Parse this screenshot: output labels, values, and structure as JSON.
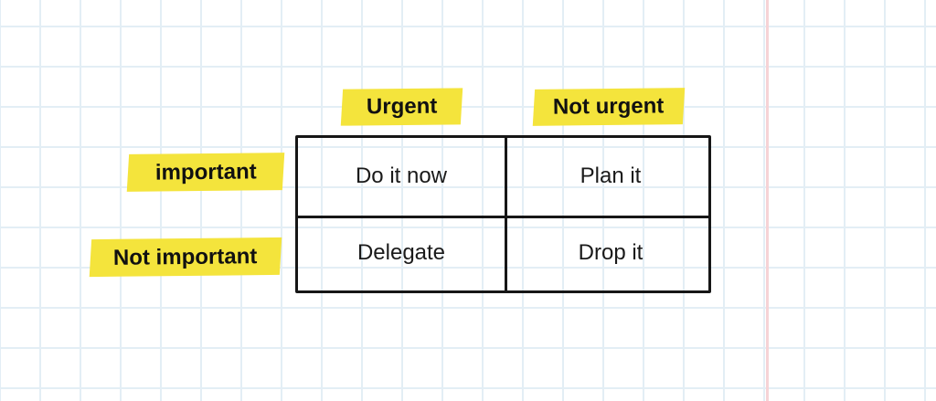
{
  "columns": [
    "Urgent",
    "Not urgent"
  ],
  "rows": [
    "important",
    "Not important"
  ],
  "cells": [
    [
      "Do it now",
      "Plan it"
    ],
    [
      "Delegate",
      "Drop it"
    ]
  ],
  "colors": {
    "highlight": "#f4e43c",
    "grid": "#e3eef5",
    "margin_line": "#f6d3d6",
    "ink": "#161616"
  }
}
